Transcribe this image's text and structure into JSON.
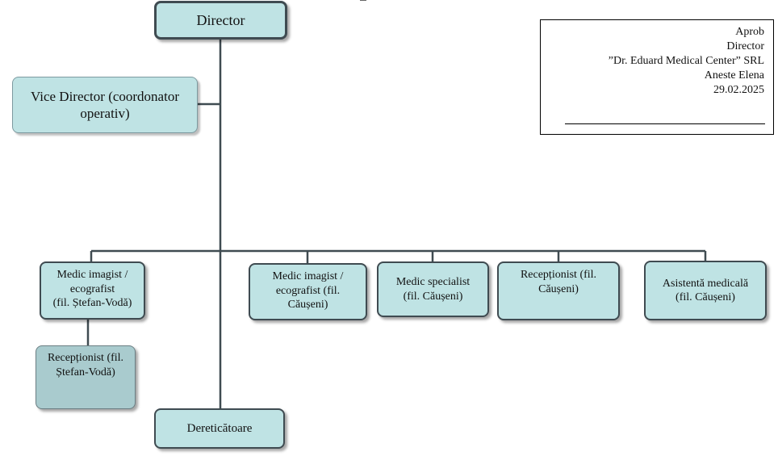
{
  "org_chart": {
    "director": "Director",
    "vice_director": "Vice Director (coordonator operativ)",
    "medic_imagist_stefan_voda": "Medic imagist / ecografist\n(fil. Ștefan-Vodă)",
    "receptionist_stefan_voda": "Recepționist (fil.\nȘtefan-Vodă)",
    "medic_imagist_causeni": "Medic imagist / ecografist (fil.\nCăușeni)",
    "medic_specialist_causeni": "Medic specialist\n(fil. Căușeni)",
    "receptionist_causeni": "Recepționist (fil.\nCăușeni)",
    "asistenta_medicala_causeni": "Asistentă medicală\n(fil. Căușeni)",
    "dereticatoare": "Dereticătoare"
  },
  "approval": {
    "line1": "Aprob",
    "line2": "Director",
    "line3": "”Dr. Eduard Medical Center” SRL",
    "line4": "Aneste Elena",
    "line5": "29.02.2025"
  },
  "colors": {
    "node_fill": "#bfe3e4",
    "node_fill_muted": "#a9cbce",
    "node_border": "#3f4b51",
    "connector": "#3f4b51"
  }
}
